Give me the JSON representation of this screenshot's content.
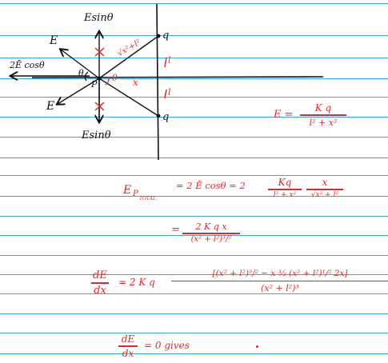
{
  "note": {
    "diagram": {
      "label_E_sin_top": "Esinθ",
      "label_E_sin_bottom": "Esinθ",
      "label_E_upper": "E",
      "label_E_lower": "E",
      "label_2E_cos": "2Ē cosθ",
      "label_theta_left": "θ",
      "label_theta_right": "θ",
      "label_P": "P",
      "label_x": "x",
      "label_sqrt": "√x²+l²",
      "label_q_top": "q",
      "label_q_bottom": "q",
      "label_l_top": "l",
      "label_l_bottom": "l"
    },
    "formula_E": {
      "lhs": "E =",
      "numerator": "K q",
      "denominator": "l² + x²"
    },
    "eq1": {
      "lhs": "E",
      "lhs_sub": "P",
      "lhs_sub2": "TOTAL",
      "middle": "= 2 Ē cosθ = 2",
      "frac1_num": "Kq",
      "frac1_den": "l² + x²",
      "frac2_num": "x",
      "frac2_den": "√x² + l²"
    },
    "eq2": {
      "prefix": "=",
      "numerator": "2 K q x",
      "denominator": "(x² + l²)³/²"
    },
    "eq3": {
      "lhs_num": "dE",
      "lhs_den": "dx",
      "prefix": "=  2 K q",
      "numerator": "[(x² + l²)³/² − x ³⁄₂ (x² + l²)¹/² 2x]",
      "denominator": "(x² + l²)³"
    },
    "eq4": {
      "lhs_num": "dE",
      "lhs_den": "dx",
      "rest": "= 0   gives"
    }
  },
  "colors": {
    "rule": "#3da6dc",
    "ink_black": "#111111",
    "ink_red": "#e2262c"
  }
}
